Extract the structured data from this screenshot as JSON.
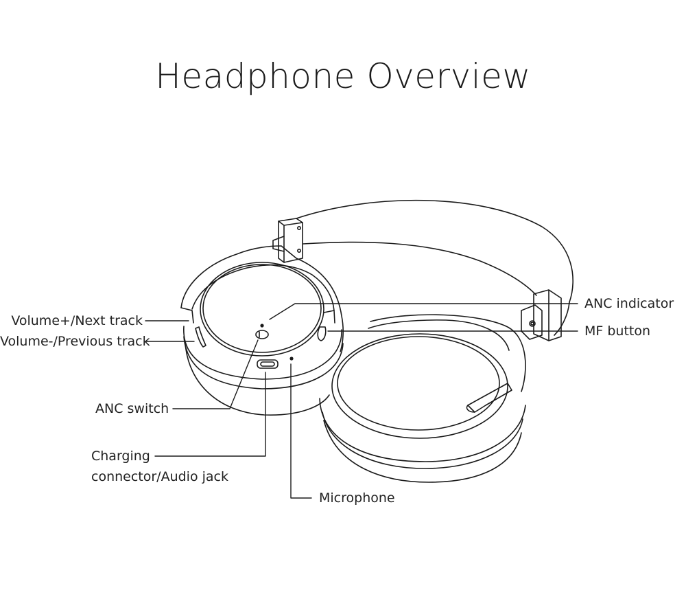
{
  "title": "Headphone Overview",
  "labels": {
    "volume_up": "Volume+/Next track",
    "volume_down": "Volume-/Previous track",
    "anc_switch": "ANC switch",
    "charging_line1": "Charging",
    "charging_line2": "connector/Audio jack",
    "microphone": "Microphone",
    "anc_indicator": "ANC indicator",
    "mf_button": "MF button"
  },
  "colors": {
    "line": "#1a1a1a",
    "background": "#ffffff",
    "text": "#222222"
  }
}
